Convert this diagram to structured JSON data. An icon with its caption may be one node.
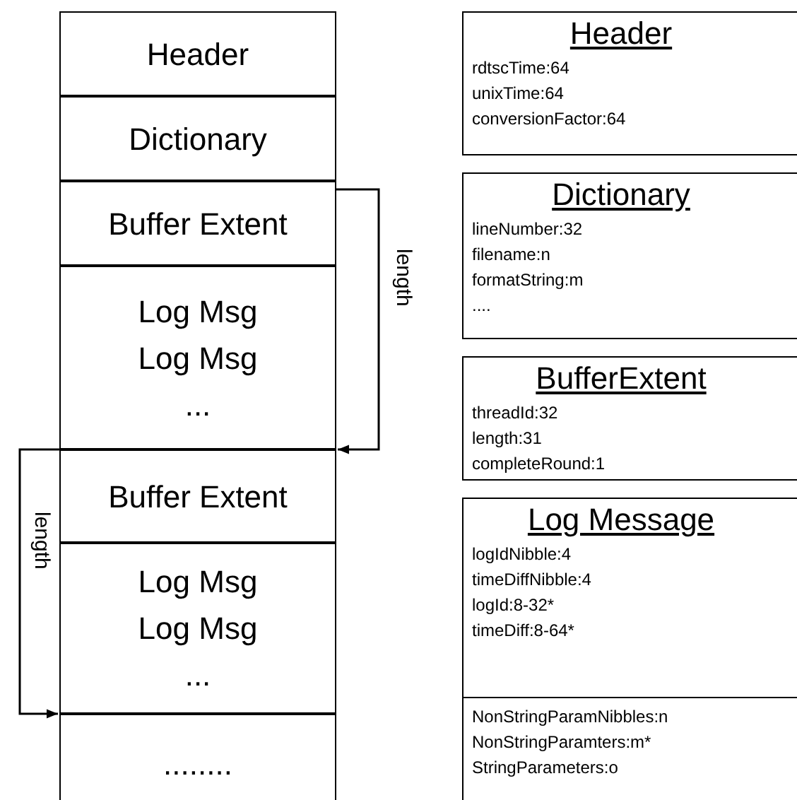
{
  "diagram": {
    "nodes": [
      {
        "text": [
          "Header"
        ]
      },
      {
        "text": [
          "Dictionary"
        ]
      },
      {
        "text": [
          "Buffer Extent"
        ]
      },
      {
        "text": [
          "Log Msg",
          "Log Msg",
          "..."
        ]
      },
      {
        "text": [
          "Buffer Extent"
        ]
      },
      {
        "text": [
          "Log Msg",
          "Log Msg",
          "..."
        ]
      },
      {
        "text": [
          "........"
        ]
      },
      {
        "text": [
          "Header",
          "rdtscTime:64",
          "unixTime:64",
          "conversionFactor:64"
        ]
      },
      {
        "text": [
          "Dictionary",
          "lineNumber:32",
          "filename:n",
          "formatString:m",
          "...."
        ]
      },
      {
        "text": [
          "BufferExtent",
          "threadId:32",
          "length:31",
          "completeRound:1"
        ]
      },
      {
        "text": [
          "Log Message",
          "logIdNibble:4",
          "timeDiffNibble:4",
          "logId:8-32*",
          "timeDiff:8-64*"
        ]
      },
      {
        "text": [
          "NonStringParamNibbles:n",
          "NonStringParamters:m*",
          "StringParameters:o"
        ],
        "in": 10
      }
    ],
    "edges": [
      {
        "from": 2,
        "to": 4,
        "arrow": "to",
        "label": "length"
      },
      {
        "from": 4,
        "to": 6,
        "arrow": "to",
        "label": "length"
      }
    ]
  }
}
